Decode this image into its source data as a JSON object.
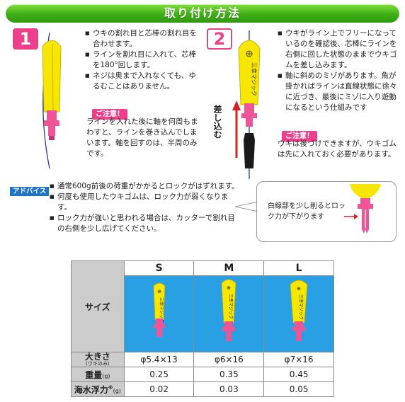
{
  "header": {
    "title": "取り付け方法"
  },
  "step1": {
    "number": "1",
    "bullets": [
      "ウキの割れ目と芯棒の割れ目を合わせます。",
      "ラインを割れ目に入れて、芯棒を180°回します。",
      "ネジは奥まで入れなくても、ゆるむことはありません。"
    ],
    "caution_label": "ご注意！",
    "caution_text": "ラインを入れた後に軸を何周もまわすと、ラインを巻き込んでしまいます。軸を回すのは、半周のみです。"
  },
  "step2": {
    "number": "2",
    "bullets": [
      "ウキがライン上でフリーになっているのを確認後、芯棒にラインを右側に回した状態のままでウキゴムを差し込みます。",
      "軸に斜めのミゾがあります。魚が掛かればラインは直線状態に徐々に近づき、最後にミゾに入り遊動になるという仕組みです"
    ],
    "push_label": "差し込む",
    "caution_label": "ご注意！",
    "caution_text": "ウキは後づけできますが、ウキゴムは先に入れておく必要があります。"
  },
  "advice": {
    "tag": "アドバイス",
    "bullets": [
      "通常600g前後の荷重がかかるとロックがはずれます。",
      "何度も使用したウキゴムは、ロック力が弱くなります。",
      "ロック力が強いと思われる場合は、カッターで割れ目の右側を少し広げてください。"
    ],
    "callout_text": "白線部を少し削るとロック力が下がります"
  },
  "float_label": "三幸マジック",
  "float_symbol": "⊕",
  "size_table": {
    "size_label": "サイズ",
    "columns": [
      "S",
      "M",
      "L"
    ],
    "rows": [
      {
        "label": "大きさ",
        "sub": "(ウキのみ)",
        "values": [
          "φ5.4×13",
          "φ6×16",
          "φ7×16"
        ]
      },
      {
        "label": "重量",
        "unit": "(g)",
        "values": [
          "0.25",
          "0.35",
          "0.45"
        ]
      },
      {
        "label": "海水浮力",
        "unit": "(g)",
        "mark": "※",
        "values": [
          "0.02",
          "0.03",
          "0.05"
        ]
      }
    ]
  },
  "colors": {
    "accent_green": "#3fae15",
    "accent_pink": "#ee3f8a",
    "float_yellow": "#f6e600",
    "table_blue": "#2aa0e4",
    "advice_blue": "#1f74c8"
  }
}
